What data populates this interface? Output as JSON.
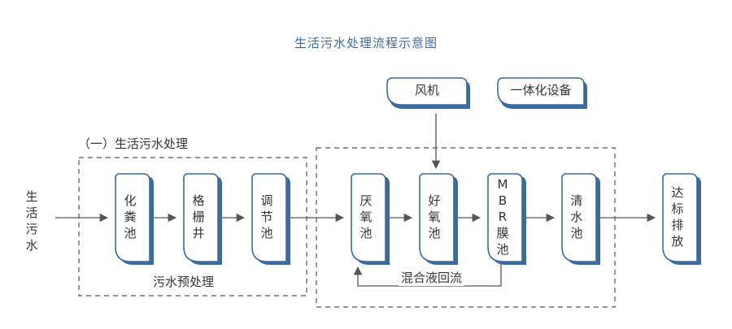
{
  "title": "生活污水处理流程示意图",
  "section_label": "（一）生活污水处理",
  "pretreatment_label": "污水预处理",
  "input_label": "生活污水",
  "recirculation_label": "混合液回流",
  "top_boxes": {
    "blower": "风机",
    "integrated_equipment": "一体化设备"
  },
  "tanks": {
    "septic": "化粪池",
    "grille": "格栅井",
    "regulating": "调节池",
    "anoxic": "厌氧池",
    "aerobic": "好氧池",
    "mbr": "MBR膜池",
    "clear": "清水池",
    "discharge": "达标排放"
  },
  "colors": {
    "accent": "#3d6a9c",
    "line": "#555555",
    "dash": "#555555"
  }
}
